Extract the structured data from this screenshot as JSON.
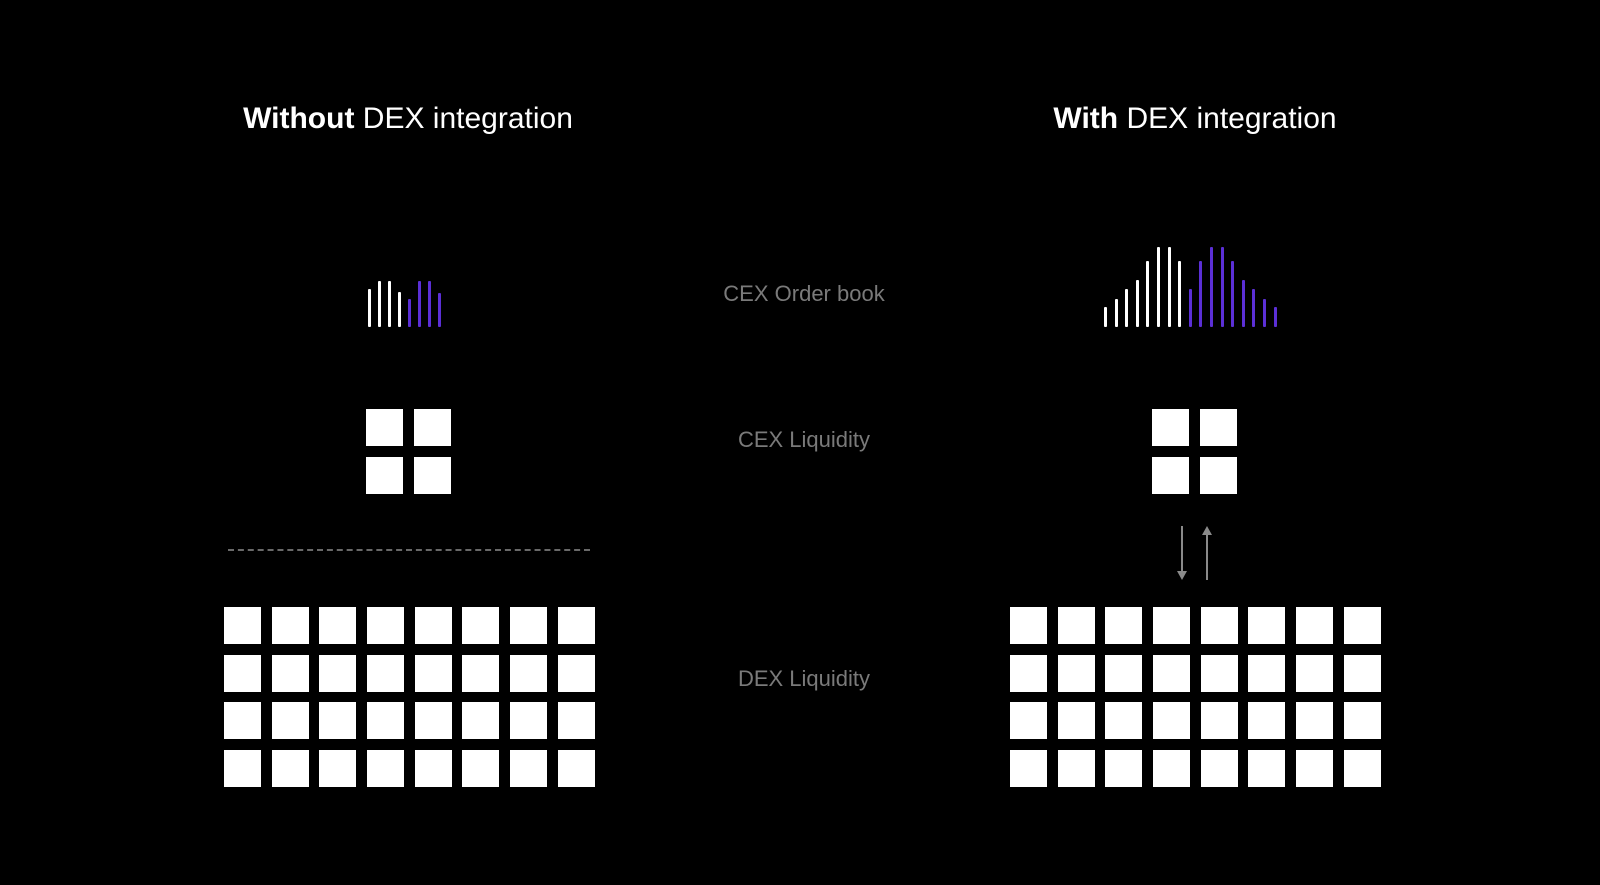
{
  "headings": {
    "left": {
      "bold": "Without",
      "rest": " DEX integration"
    },
    "right": {
      "bold": "With",
      "rest": " DEX integration"
    }
  },
  "row_labels": {
    "order_book": "CEX Order book",
    "cex_liquidity": "CEX Liquidity",
    "dex_liquidity": "DEX Liquidity"
  },
  "colors": {
    "background": "#000000",
    "bid": "#ffffff",
    "ask": "#5b2fd6",
    "label": "#7a7a7a",
    "separator": "#6a6a6a",
    "arrow": "#8a8a8a"
  },
  "order_book": {
    "without": {
      "bids": [
        0.47,
        0.58,
        0.58,
        0.44
      ],
      "asks": [
        0.35,
        0.58,
        0.58,
        0.42
      ]
    },
    "with": {
      "bids": [
        0.25,
        0.35,
        0.47,
        0.59,
        0.82,
        1.0,
        1.0,
        0.82
      ],
      "asks": [
        0.47,
        0.82,
        1.0,
        1.0,
        0.82,
        0.59,
        0.47,
        0.35,
        0.25
      ]
    }
  },
  "liquidity_blocks": {
    "cex": {
      "without": 4,
      "with": 4
    },
    "dex": {
      "without": 32,
      "with": 32
    }
  },
  "arrows_icon": "up-down-arrows-icon"
}
